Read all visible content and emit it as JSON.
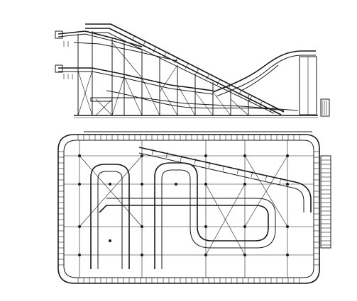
{
  "drawing": {
    "views": [
      {
        "id": "side-elevation",
        "kind": "elevation"
      },
      {
        "id": "plan-view",
        "kind": "plan"
      }
    ],
    "colors": {
      "line": "#1a1a1a",
      "background": "#ffffff"
    }
  }
}
